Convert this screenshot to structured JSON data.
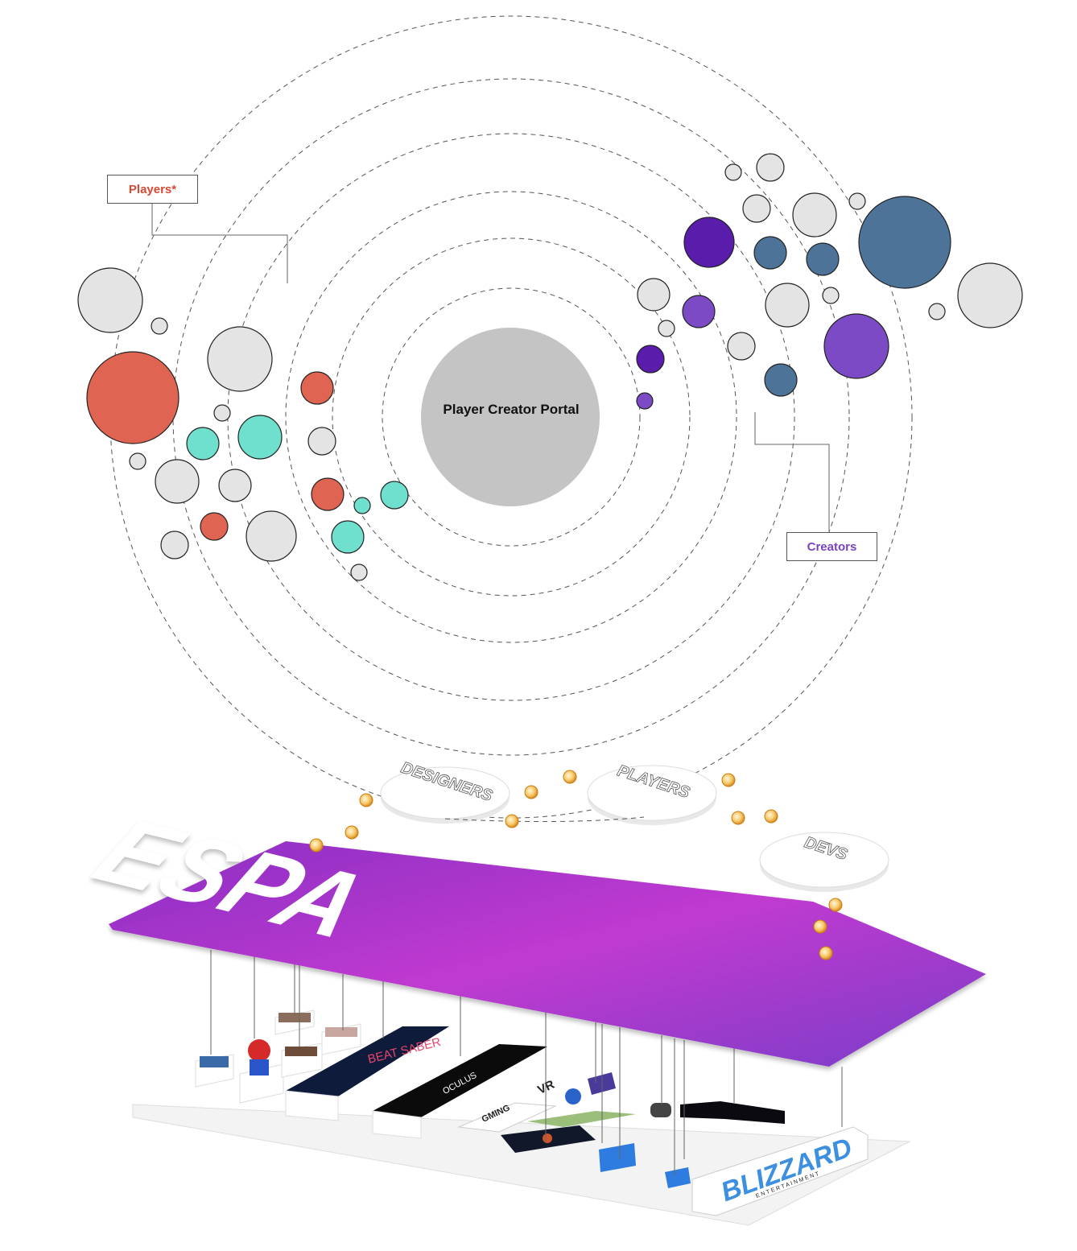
{
  "center": {
    "title": "Player Creator Portal",
    "color": "#c4c4c4"
  },
  "labels": {
    "players": {
      "text": "Players*",
      "color": "#d84a32"
    },
    "creators": {
      "text": "Creators",
      "color": "#7a43c4"
    }
  },
  "platform": {
    "logo_text": "ESPA",
    "gradient": [
      "#8a2fc4",
      "#c03ad0",
      "#7b3cc8"
    ]
  },
  "discs": [
    {
      "text": "DESIGNERS"
    },
    {
      "text": "PLAYERS"
    },
    {
      "text": "DEVS"
    }
  ],
  "base_tiles": {
    "beat_saber": "BEAT SABER",
    "oculus": "OCULUS",
    "vr": "VR",
    "gaming": "GMING",
    "blizzard": "BLIZZARD",
    "blizzard_sub": "ENTERTAINMENT"
  },
  "colors": {
    "grey": "#e4e4e4",
    "red": "#e06452",
    "teal": "#6fe0cd",
    "purple_dark": "#5a1cab",
    "purple": "#7b4ac4",
    "blue": "#4e7399",
    "orbit": "#555555",
    "coin": "#f0b24a"
  }
}
